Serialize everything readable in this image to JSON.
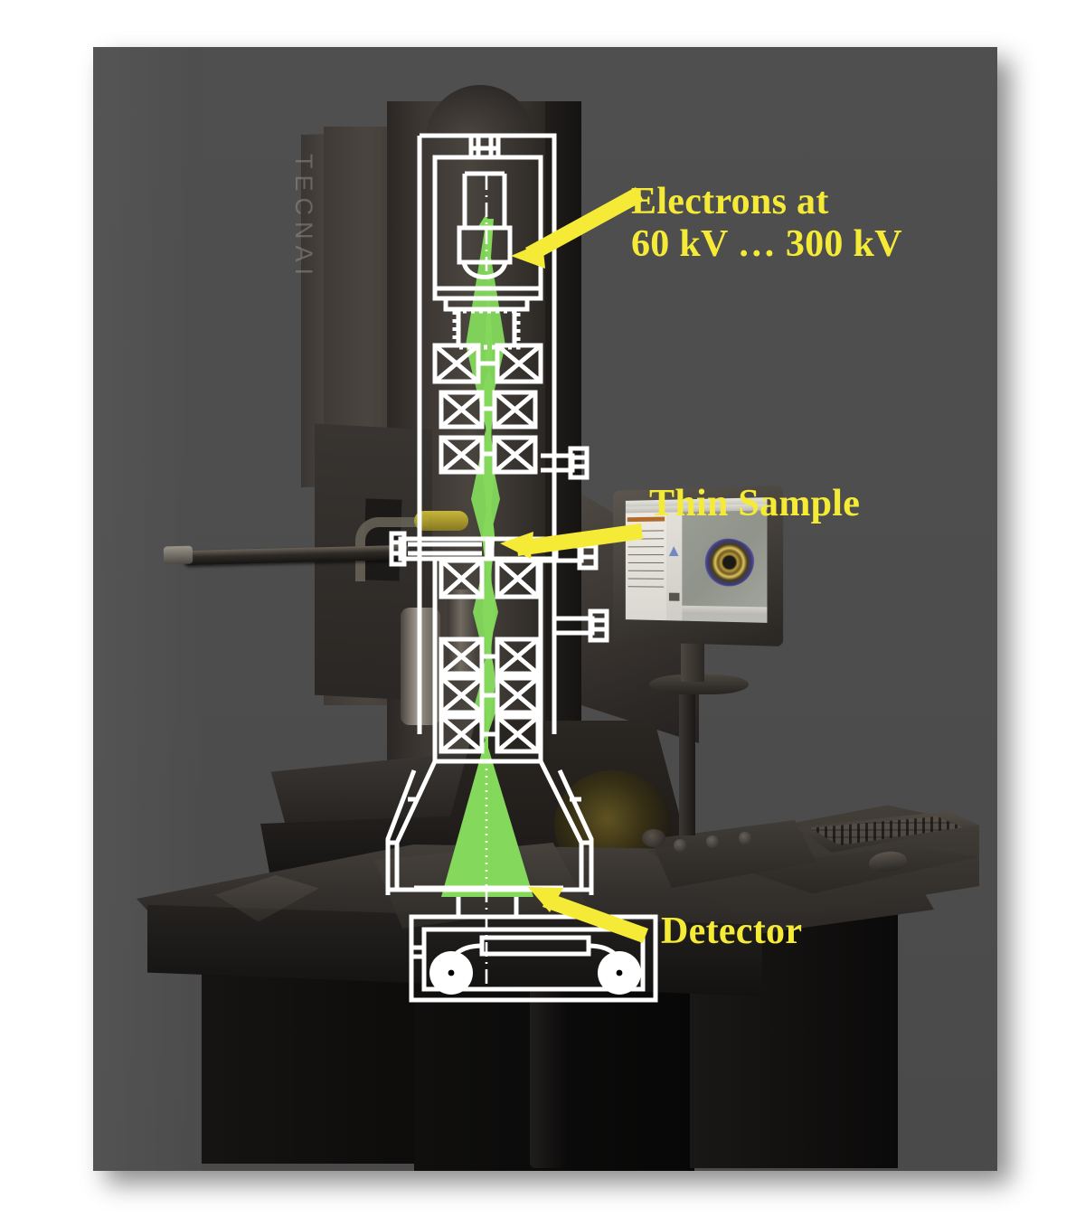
{
  "slide": {
    "background_color": "#4d4d4d",
    "page_color": "#ffffff",
    "subject": "Transmission electron microscope (TEM) photograph with schematic beam-path overlay"
  },
  "instrument": {
    "brand_text": "TECNAI",
    "column_color": "#332f2c"
  },
  "annotations": [
    {
      "id": "electrons",
      "text": "Electrons at\n60 kV … 300 kV",
      "points_to": "electron-gun",
      "color": "#f5eb37"
    },
    {
      "id": "thin-sample",
      "text": "Thin Sample",
      "points_to": "specimen-stage",
      "color": "#f5eb37"
    },
    {
      "id": "detector",
      "text": "Detector",
      "points_to": "detector-chamber",
      "color": "#f5eb37"
    }
  ],
  "schematic": {
    "stroke_color": "#ffffff",
    "beam_color": "#84d95c",
    "parts": [
      "electron-gun",
      "anode",
      "condenser-lens-1",
      "condenser-lens-2",
      "condenser-lens-3",
      "specimen-stage",
      "objective-lens",
      "intermediate-lens-1",
      "intermediate-lens-2",
      "projector-lens",
      "viewing-chamber",
      "detector-chamber"
    ]
  },
  "monitor": {
    "screen_label": "microscopy-software",
    "image_label": "specimen-micrograph"
  }
}
